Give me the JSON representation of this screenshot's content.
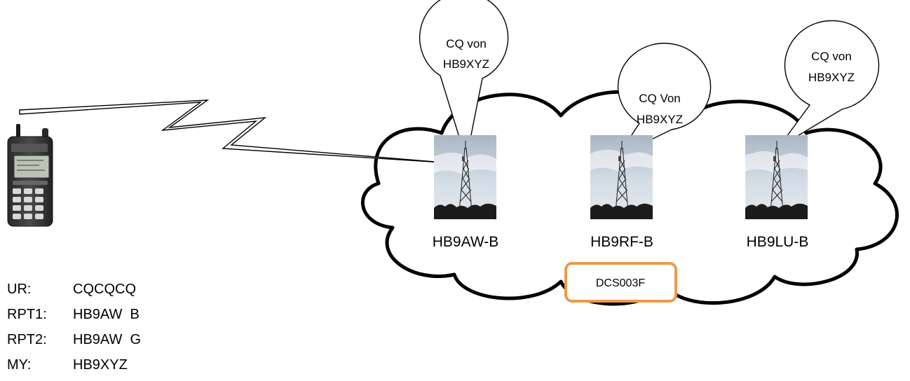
{
  "repeaters": [
    {
      "label": "HB9AW-B",
      "bubble": [
        "CQ von",
        "HB9XYZ"
      ]
    },
    {
      "label": "HB9RF-B",
      "bubble": [
        "CQ Von",
        "HB9XYZ"
      ]
    },
    {
      "label": "HB9LU-B",
      "bubble": [
        "CQ von",
        "HB9XYZ"
      ]
    }
  ],
  "reflector": {
    "label": "DCS003F",
    "border_color": "#ED9A4B"
  },
  "radio_icon": "handheld-transceiver-icon",
  "tower_icon": "radio-tower-photo",
  "callsigns": [
    {
      "key": "UR:",
      "value": "CQCQCQ"
    },
    {
      "key": "RPT1:",
      "value": "HB9AW  B"
    },
    {
      "key": "RPT2:",
      "value": "HB9AW  G"
    },
    {
      "key": "MY:",
      "value": "HB9XYZ"
    }
  ]
}
